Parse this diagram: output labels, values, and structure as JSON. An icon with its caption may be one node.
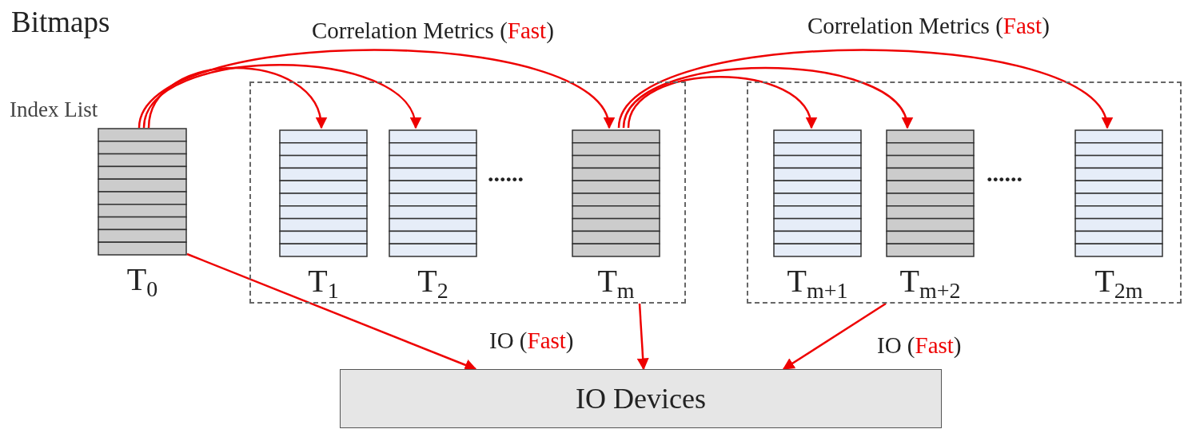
{
  "diagram": {
    "nodes": [
      {
        "text": [
          "T$_{0}$"
        ],
        "beside": [
          "Index List"
        ]
      },
      {
        "text": [],
        "shape": "box"
      },
      {
        "text": [
          "T$_{1}$"
        ],
        "in": 1
      },
      {
        "text": [
          "T$_{2}$"
        ],
        "in": 1
      },
      {
        "text": [
          "T$_{m}$"
        ],
        "in": 1
      },
      {
        "text": [],
        "shape": "box"
      },
      {
        "text": [
          "T$_{m+1}$"
        ],
        "in": 5
      },
      {
        "text": [
          "T$_{m+2}$"
        ],
        "in": 5
      },
      {
        "text": [
          "T$_{2m}$"
        ],
        "in": 5
      },
      {
        "text": [
          "IO Devices"
        ]
      }
    ],
    "edges": [
      {
        "from": 0,
        "to": 2,
        "arrow": "to"
      },
      {
        "from": 0,
        "to": 3,
        "arrow": "to"
      },
      {
        "from": 0,
        "to": 4,
        "arrow": "to"
      },
      {
        "from": 4,
        "to": 6,
        "arrow": "to"
      },
      {
        "from": 4,
        "to": 7,
        "arrow": "to"
      },
      {
        "from": 4,
        "to": 8,
        "arrow": "to"
      },
      {
        "from": 0,
        "to": 9,
        "arrow": "to"
      },
      {
        "from": 4,
        "to": 9,
        "arrow": "to"
      },
      {
        "from": 7,
        "to": 9,
        "arrow": "to"
      }
    ],
    "labels": [
      "Bitmaps",
      "Correlation Metrics (",
      "Fast",
      ")",
      "Correlation Metrics (",
      "Fast",
      ")",
      "......",
      "......",
      "IO (",
      "Fast",
      ")",
      "IO (",
      "Fast",
      ")"
    ]
  }
}
